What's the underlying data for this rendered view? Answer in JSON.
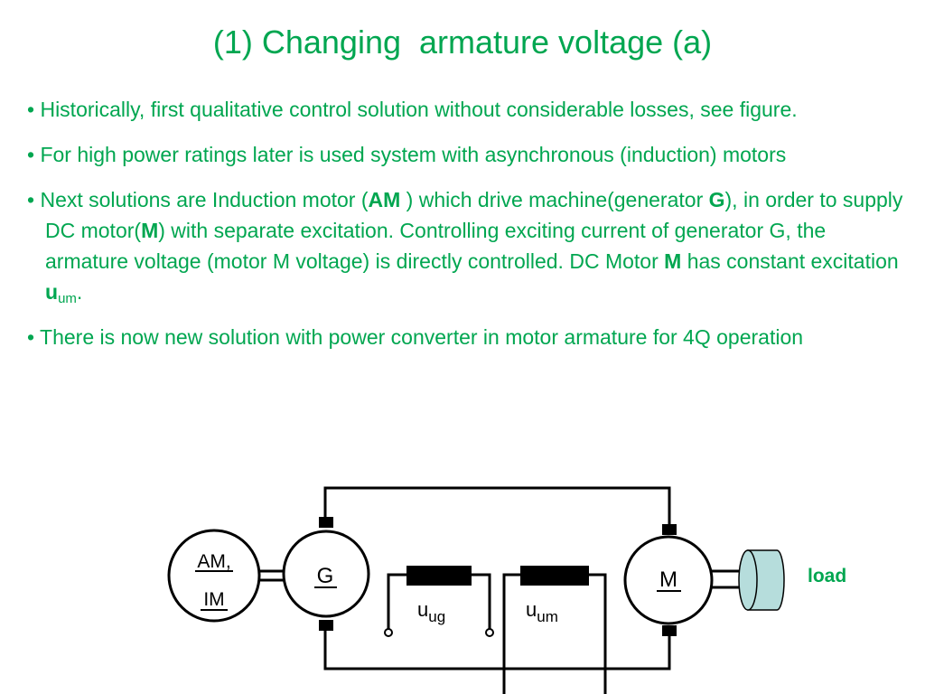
{
  "slide": {
    "title": "(1) Changing  armature voltage (a)",
    "bullets": [
      {
        "prefix": "• ",
        "text": "Historically, first qualitative  control solution without considerable losses, see figure."
      },
      {
        "prefix": "• ",
        "text": "For high power ratings later is used system with asynchronous (induction) motors"
      },
      {
        "prefix": "• ",
        "part1": "Next solutions are Induction motor (",
        "bold_am": "AM",
        "part2": " ) which drive machine(generator ",
        "bold_g": "G",
        "part3": "), in order to supply DC motor(",
        "bold_m1": "M",
        "part4": ") with separate excitation. Controlling exciting current of  generator G, the armature voltage  (motor M voltage) is directly controlled. DC Motor ",
        "bold_m2": "M",
        "part5": " has constant excitation ",
        "bold_u": "u",
        "sub_um": "um",
        "part6": "."
      },
      {
        "prefix": "• ",
        "text": "There is now new solution with power converter in motor armature for 4Q operation"
      }
    ]
  },
  "diagram": {
    "am_label_top": "AM,",
    "am_label_bottom": "IM",
    "generator_label": "G",
    "motor_label": "M",
    "coil_ug_main": "u",
    "coil_ug_sub": "ug",
    "coil_um_main": "u",
    "coil_um_sub": "um",
    "load_label": "load",
    "colors": {
      "line": "#000000",
      "load_fill": "#b6dddc",
      "text": "#00a650"
    }
  }
}
